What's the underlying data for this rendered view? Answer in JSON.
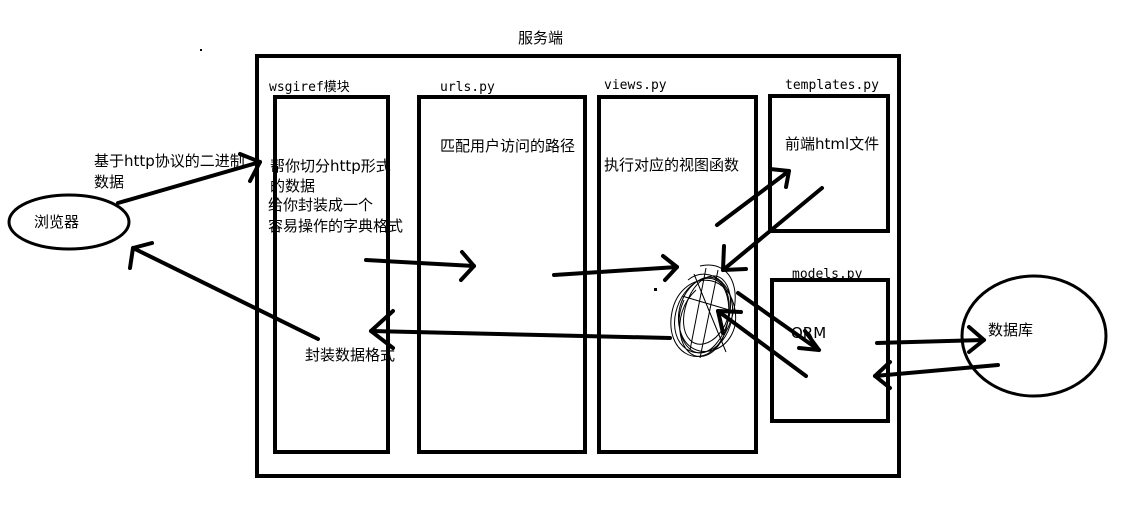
{
  "title": "服务端",
  "browser": "浏览器",
  "database": "数据库",
  "modules": {
    "wsgiref": {
      "name": "wsgiref模块",
      "desc": [
        "帮你切分http形式",
        "的数据",
        "给你封装成一个",
        "容易操作的字典格式"
      ],
      "bottom": "封装数据格式"
    },
    "urls": {
      "name": "urls.py",
      "desc": "匹配用户访问的路径"
    },
    "views": {
      "name": "views.py",
      "desc": "执行对应的视图函数"
    },
    "templates": {
      "name": "templates.py",
      "desc": "前端html文件"
    },
    "models": {
      "name": "models.py",
      "desc": "ORM"
    }
  },
  "request_label": [
    "基于http协议的二进制",
    "数据"
  ]
}
